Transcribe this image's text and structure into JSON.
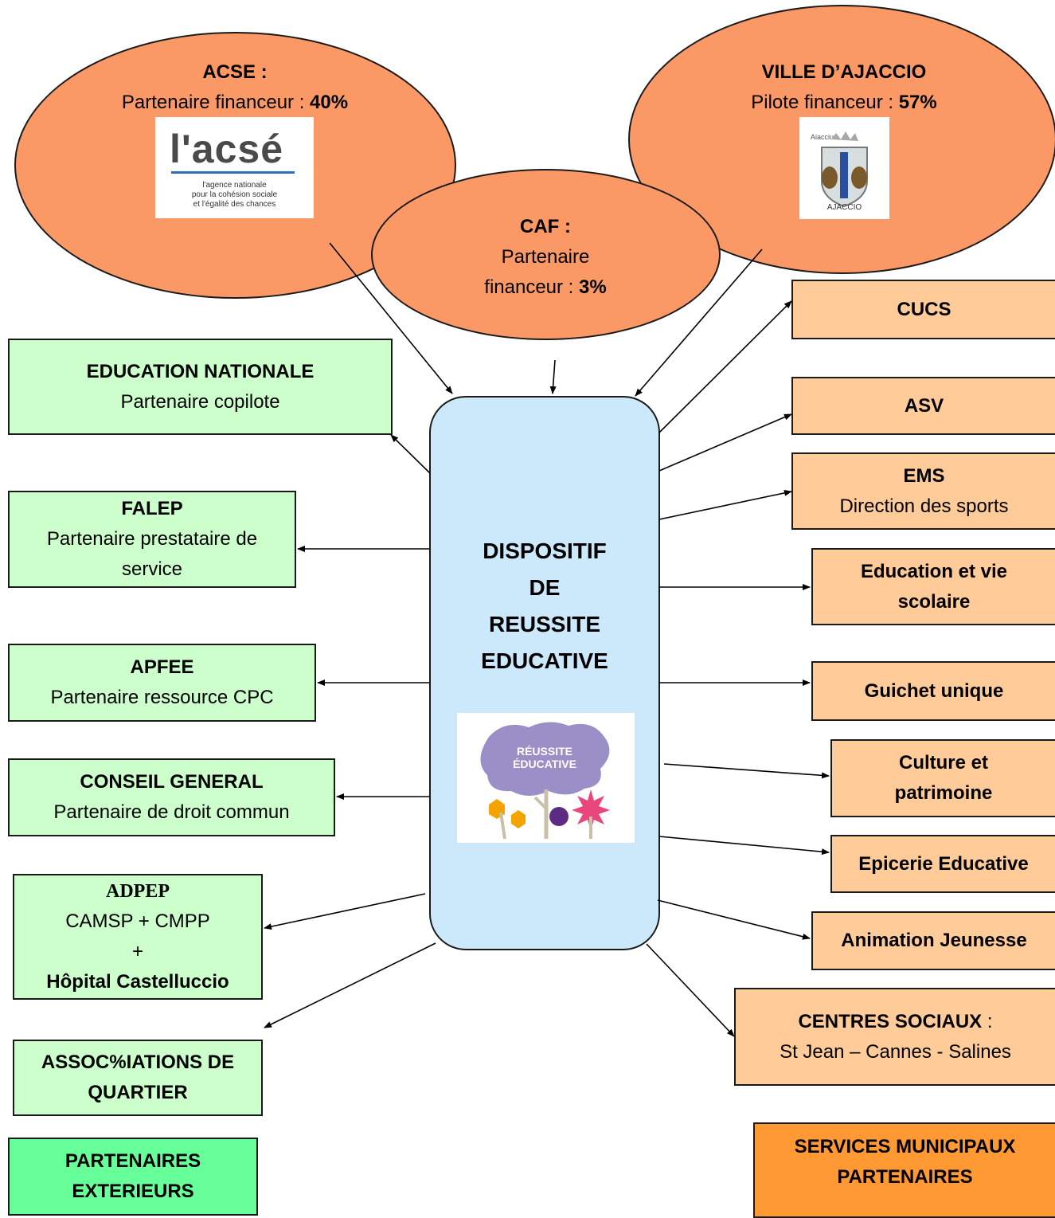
{
  "center": {
    "lines": [
      "DISPOSITIF",
      "DE",
      "REUSSITE",
      "EDUCATIVE"
    ],
    "logo_text": [
      "RÉUSSITE",
      "ÉDUCATIVE"
    ]
  },
  "funders": {
    "acse": {
      "title": "ACSE :",
      "role": "Partenaire financeur : ",
      "pct": "40%",
      "logo_main": "l'acsé",
      "logo_lines": [
        "l'agence nationale",
        "pour la cohésion sociale",
        "et l'égalité des chances"
      ]
    },
    "caf": {
      "title": "CAF :",
      "role_line1": "Partenaire",
      "role_line2": "financeur : ",
      "pct": "3%"
    },
    "ville": {
      "title": "VILLE D’AJACCIO",
      "role": "Pilote financeur : ",
      "pct": "57%",
      "logo_top": "Aiacciu",
      "logo_bottom": "AJACCIO"
    }
  },
  "external": [
    {
      "title": "EDUCATION NATIONALE",
      "lines": [
        "Partenaire copilote"
      ]
    },
    {
      "title": "FALEP",
      "lines": [
        "Partenaire prestataire de",
        "service"
      ]
    },
    {
      "title": "APFEE",
      "lines": [
        "Partenaire ressource CPC"
      ]
    },
    {
      "title": "CONSEIL GENERAL",
      "lines": [
        "Partenaire de droit commun"
      ]
    },
    {
      "title": "ADPEP",
      "line1": "CAMSP + CMPP",
      "line2": "+",
      "line3": "Hôpital Castelluccio"
    },
    {
      "title_line1": "ASSOC%IATIONS DE",
      "title_line2": "QUARTIER"
    }
  ],
  "municipal": [
    {
      "title": "CUCS"
    },
    {
      "title": "ASV"
    },
    {
      "title": "EMS",
      "lines": [
        "Direction des sports"
      ]
    },
    {
      "title_line1": "Education et vie",
      "title_line2": "scolaire"
    },
    {
      "title": "Guichet unique"
    },
    {
      "title_line1": "Culture et",
      "title_line2": "patrimoine"
    },
    {
      "title": "Epicerie Educative"
    },
    {
      "title": "Animation Jeunesse"
    },
    {
      "title": "CENTRES SOCIAUX",
      "suffix": " :",
      "line": "St Jean – Cannes - Salines"
    }
  ],
  "legend": {
    "external_line1": "PARTENAIRES",
    "external_line2": "EXTERIEURS",
    "municipal_line1": "SERVICES MUNICIPAUX",
    "municipal_line2": "PARTENAIRES"
  },
  "colors": {
    "external": "#ccffcc",
    "municipal": "#ffcc99",
    "funder": "#fb9966",
    "center": "#cce9fb",
    "legend_external": "#66ff99",
    "legend_municipal": "#ff9933"
  }
}
